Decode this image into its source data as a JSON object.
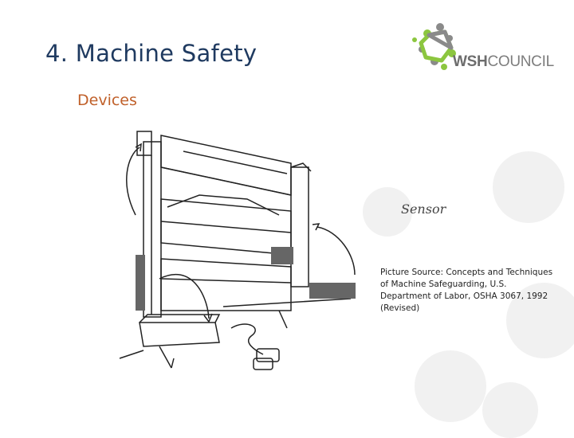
{
  "slide": {
    "title": "4. Machine Safety",
    "subtitle": "Devices",
    "sensor_label": "Sensor",
    "source_caption": "Picture Source: Concepts and Techniques of Machine Safeguarding, U.S. Department of Labor, OSHA 3067, 1992 (Revised)"
  },
  "logo": {
    "text_bold": "WSH",
    "text_regular": "COUNCIL",
    "colors": {
      "green": "#8cc63f",
      "grey": "#8a8a8a"
    }
  },
  "colors": {
    "title": "#1f3a60",
    "subtitle": "#c0602a",
    "decor_circles": "#f1f1f1"
  }
}
